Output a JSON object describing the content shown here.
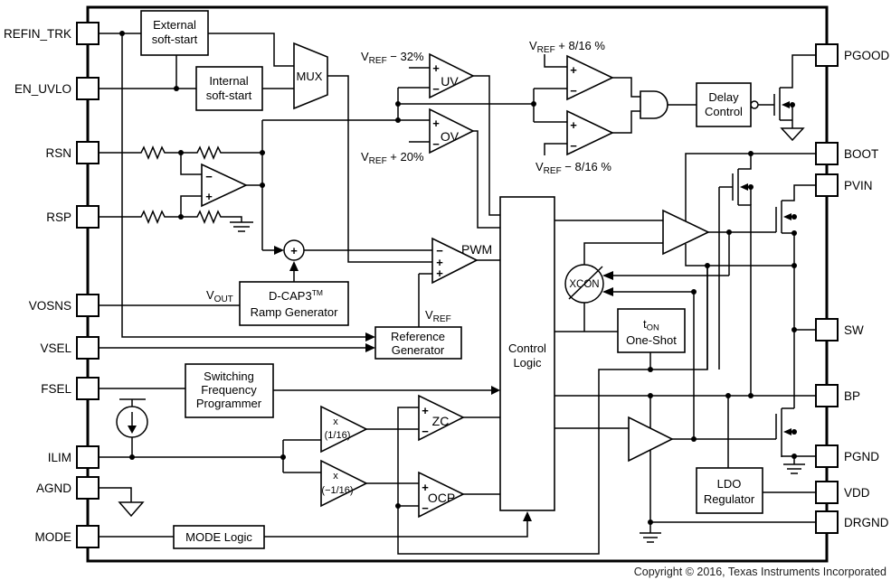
{
  "pins": {
    "left": [
      {
        "label": "REFIN_TRK"
      },
      {
        "label": "EN_UVLO"
      },
      {
        "label": "RSN"
      },
      {
        "label": "RSP"
      },
      {
        "label": "VOSNS"
      },
      {
        "label": "VSEL"
      },
      {
        "label": "FSEL"
      },
      {
        "label": "ILIM"
      },
      {
        "label": "AGND"
      },
      {
        "label": "MODE"
      }
    ],
    "right": [
      {
        "label": "PGOOD"
      },
      {
        "label": "BOOT"
      },
      {
        "label": "PVIN"
      },
      {
        "label": "SW"
      },
      {
        "label": "BP"
      },
      {
        "label": "PGND"
      },
      {
        "label": "VDD"
      },
      {
        "label": "DRGND"
      }
    ]
  },
  "blocks": {
    "external_ss": {
      "line1": "External",
      "line2": "soft-start"
    },
    "internal_ss": {
      "line1": "Internal",
      "line2": "soft-start"
    },
    "mux": "MUX",
    "delay": {
      "line1": "Delay",
      "line2": "Control"
    },
    "dcap": {
      "name": "D-CAP3",
      "tm": "TM",
      "line2": "Ramp Generator"
    },
    "refgen": {
      "line1": "Reference",
      "line2": "Generator"
    },
    "control": {
      "line1": "Control",
      "line2": "Logic"
    },
    "ton": {
      "pre": "t",
      "sub": "ON",
      "line2": "One-Shot"
    },
    "sfp": {
      "line1": "Switching",
      "line2": "Frequency",
      "line3": "Programmer"
    },
    "mode_logic": "MODE Logic",
    "ldo": {
      "line1": "LDO",
      "line2": "Regulator"
    },
    "xcon": "XCON"
  },
  "comparators": {
    "uv": "UV",
    "ov": "OV",
    "pwm": "PWM",
    "zc": "ZC",
    "ocp": "OCP"
  },
  "gains": {
    "pos": {
      "line1": "x",
      "line2": "(1/16)"
    },
    "neg": {
      "line1": "x",
      "line2": "(−1/16)"
    }
  },
  "annotations": {
    "uv_th": {
      "pre": "V",
      "sub": "REF",
      "post": " − 32%"
    },
    "ov_th": {
      "pre": "V",
      "sub": "REF",
      "post": " + 20%"
    },
    "pg_hi": {
      "pre": "V",
      "sub": "REF",
      "post": " + 8/16 %"
    },
    "pg_lo": {
      "pre": "V",
      "sub": "REF",
      "post": " − 8/16 %"
    },
    "vout": {
      "pre": "V",
      "sub": "OUT"
    },
    "vref": {
      "pre": "V",
      "sub": "REF"
    }
  },
  "signs": {
    "plus": "+",
    "minus": "−"
  },
  "footer": {
    "copyright": "Copyright © 2016, Texas Instruments Incorporated"
  },
  "colors": {
    "line": "#000000",
    "background": "#ffffff"
  }
}
